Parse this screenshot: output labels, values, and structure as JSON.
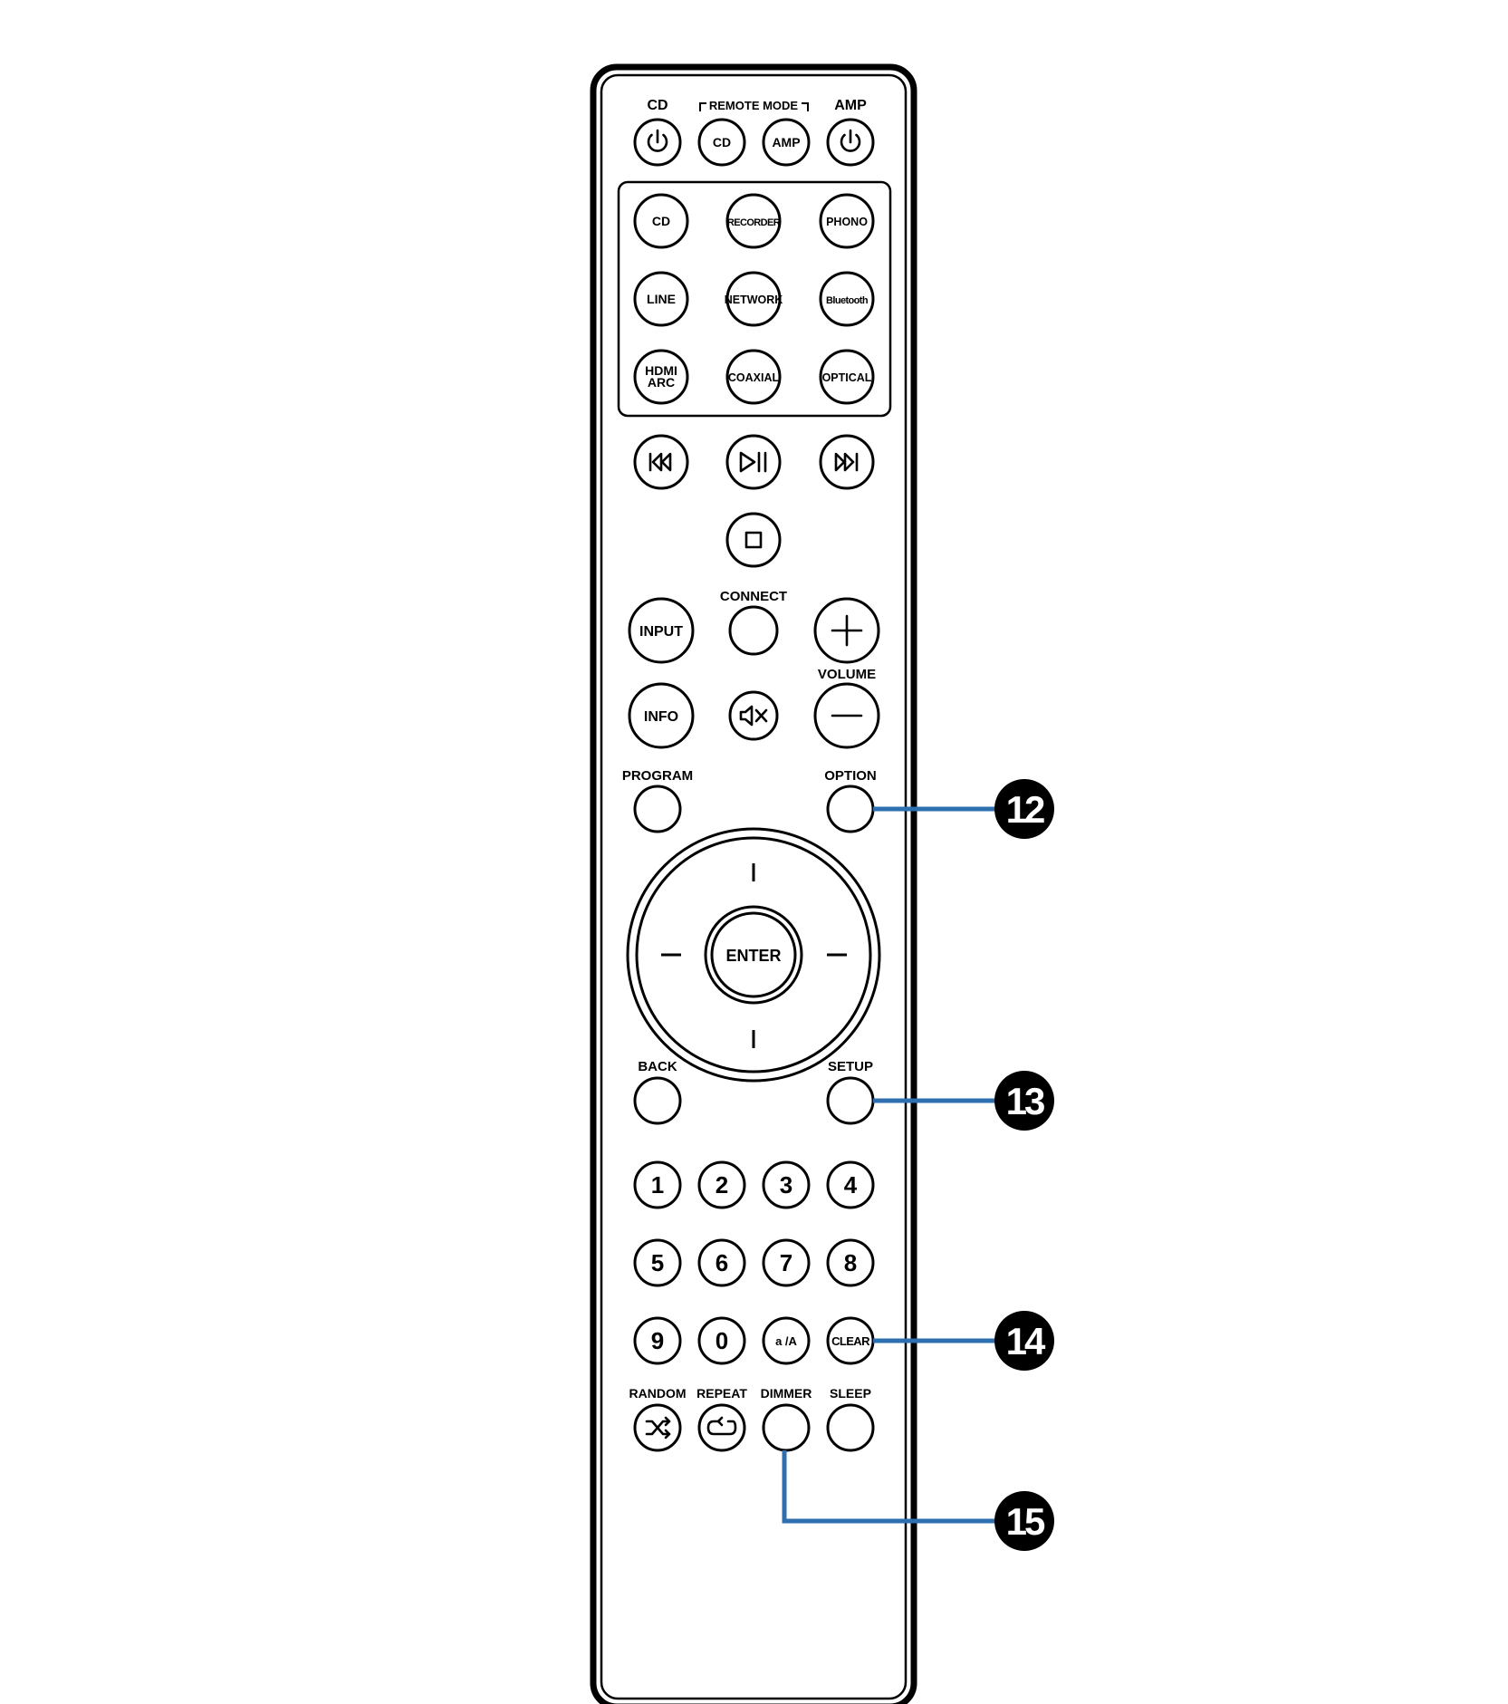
{
  "remote": {
    "top": {
      "cd_label": "CD",
      "remote_mode_label": "REMOTE MODE",
      "amp_label": "AMP",
      "mode_cd": "CD",
      "mode_amp": "AMP"
    },
    "sources": [
      [
        "CD",
        "RECORDER",
        "PHONO"
      ],
      [
        "LINE",
        "NETWORK",
        "Bluetooth"
      ],
      [
        "HDMI|ARC",
        "COAXIAL",
        "OPTICAL"
      ]
    ],
    "connect_label": "CONNECT",
    "input_label": "INPUT",
    "info_label": "INFO",
    "volume_label": "VOLUME",
    "program_label": "PROGRAM",
    "option_label": "OPTION",
    "enter_label": "ENTER",
    "back_label": "BACK",
    "setup_label": "SETUP",
    "numpad": [
      [
        "1",
        "2",
        "3",
        "4"
      ],
      [
        "5",
        "6",
        "7",
        "8"
      ],
      [
        "9",
        "0",
        "a /A",
        "CLEAR"
      ]
    ],
    "bottom_labels": [
      "RANDOM",
      "REPEAT",
      "DIMMER",
      "SLEEP"
    ]
  },
  "callouts": [
    {
      "number": "12",
      "target": "OPTION"
    },
    {
      "number": "13",
      "target": "SETUP"
    },
    {
      "number": "14",
      "target": "CLEAR"
    },
    {
      "number": "15",
      "target": "DIMMER"
    }
  ],
  "colors": {
    "callout_line": "#2e6fb0",
    "outline": "#000000",
    "button_fill": "#ffffff"
  }
}
